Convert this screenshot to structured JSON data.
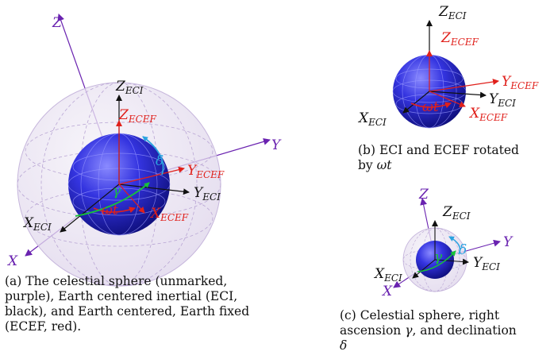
{
  "colors": {
    "eci": "#111111",
    "ecef": "#e0201b",
    "celestial": "#6a23b0",
    "earth": "#2a2ad8",
    "sphere_fill": "#e9e3f2",
    "declination": "#2aa3e0",
    "ascension": "#17c23a"
  },
  "panel_a": {
    "z": "Z",
    "y": "Y",
    "x": "X",
    "z_eci": "Z",
    "z_eci_sub": "ECI",
    "z_ecef": "Z",
    "z_ecef_sub": "ECEF",
    "y_ecef": "Y",
    "y_ecef_sub": "ECEF",
    "y_eci": "Y",
    "y_eci_sub": "ECI",
    "x_eci": "X",
    "x_eci_sub": "ECI",
    "x_ecef": "X",
    "x_ecef_sub": "ECEF",
    "delta": "δ",
    "gamma": "γ",
    "omega_t": "ωt",
    "caption": "(a) The celestial sphere (unmarked, purple), Earth centered inertial (ECI, black), and Earth centered, Earth fixed (ECEF, red)."
  },
  "panel_b": {
    "z_eci": "Z",
    "z_eci_sub": "ECI",
    "z_ecef": "Z",
    "z_ecef_sub": "ECEF",
    "y_ecef": "Y",
    "y_ecef_sub": "ECEF",
    "y_eci": "Y",
    "y_eci_sub": "ECI",
    "x_eci": "X",
    "x_eci_sub": "ECI",
    "x_ecef": "X",
    "x_ecef_sub": "ECEF",
    "omega_t": "ωt",
    "caption_1": "(b) ECI and ECEF rotated",
    "caption_2": "by ",
    "caption_math": "ωt"
  },
  "panel_c": {
    "z": "Z",
    "y": "Y",
    "x": "X",
    "z_eci": "Z",
    "z_eci_sub": "ECI",
    "y_eci": "Y",
    "y_eci_sub": "ECI",
    "x_eci": "X",
    "x_eci_sub": "ECI",
    "delta": "δ",
    "gamma": "γ",
    "caption_1": "(c) Celestial sphere, right",
    "caption_2": "ascension ",
    "caption_gamma": "γ",
    "caption_3": ", and declination",
    "caption_delta": "δ"
  }
}
